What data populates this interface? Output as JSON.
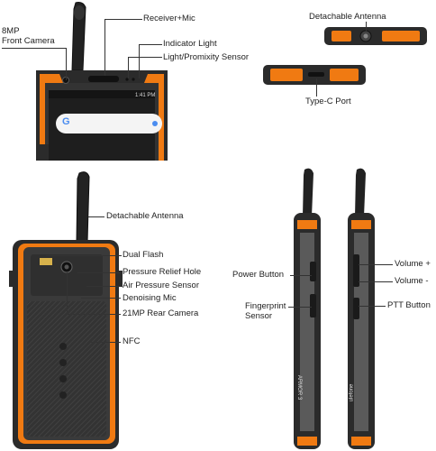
{
  "labels": {
    "front_camera": "8MP\nFront Camera",
    "receiver_mic": "Receiver+Mic",
    "indicator_light": "Indicator Light",
    "light_sensor": "Light/Promixity Sensor",
    "detachable_antenna_top": "Detachable Antenna",
    "type_c_port": "Type-C Port",
    "detachable_antenna_back": "Detachable Antenna",
    "dual_flash": "Dual Flash",
    "pressure_relief_hole": "Pressure Relief Hole",
    "air_pressure_sensor": "Air Pressure Sensor",
    "denoising_mic": "Denoising Mic",
    "rear_camera": "21MP Rear Camera",
    "nfc": "NFC",
    "power_button": "Power Button",
    "fingerprint_sensor": "Fingerprint\nSensor",
    "volume_up": "Volume +",
    "volume_down": "Volume -",
    "ptt_button": "PTT Button"
  },
  "screen": {
    "time": "1:41 PM",
    "search_logo": "G"
  },
  "brand": {
    "side_text_1": "ARMOR 3",
    "side_text_2": "ulefone"
  },
  "colors": {
    "accent_orange": "#f07a12",
    "body_dark": "#2b2b2b",
    "screen_bg": "#1e1e1e"
  }
}
